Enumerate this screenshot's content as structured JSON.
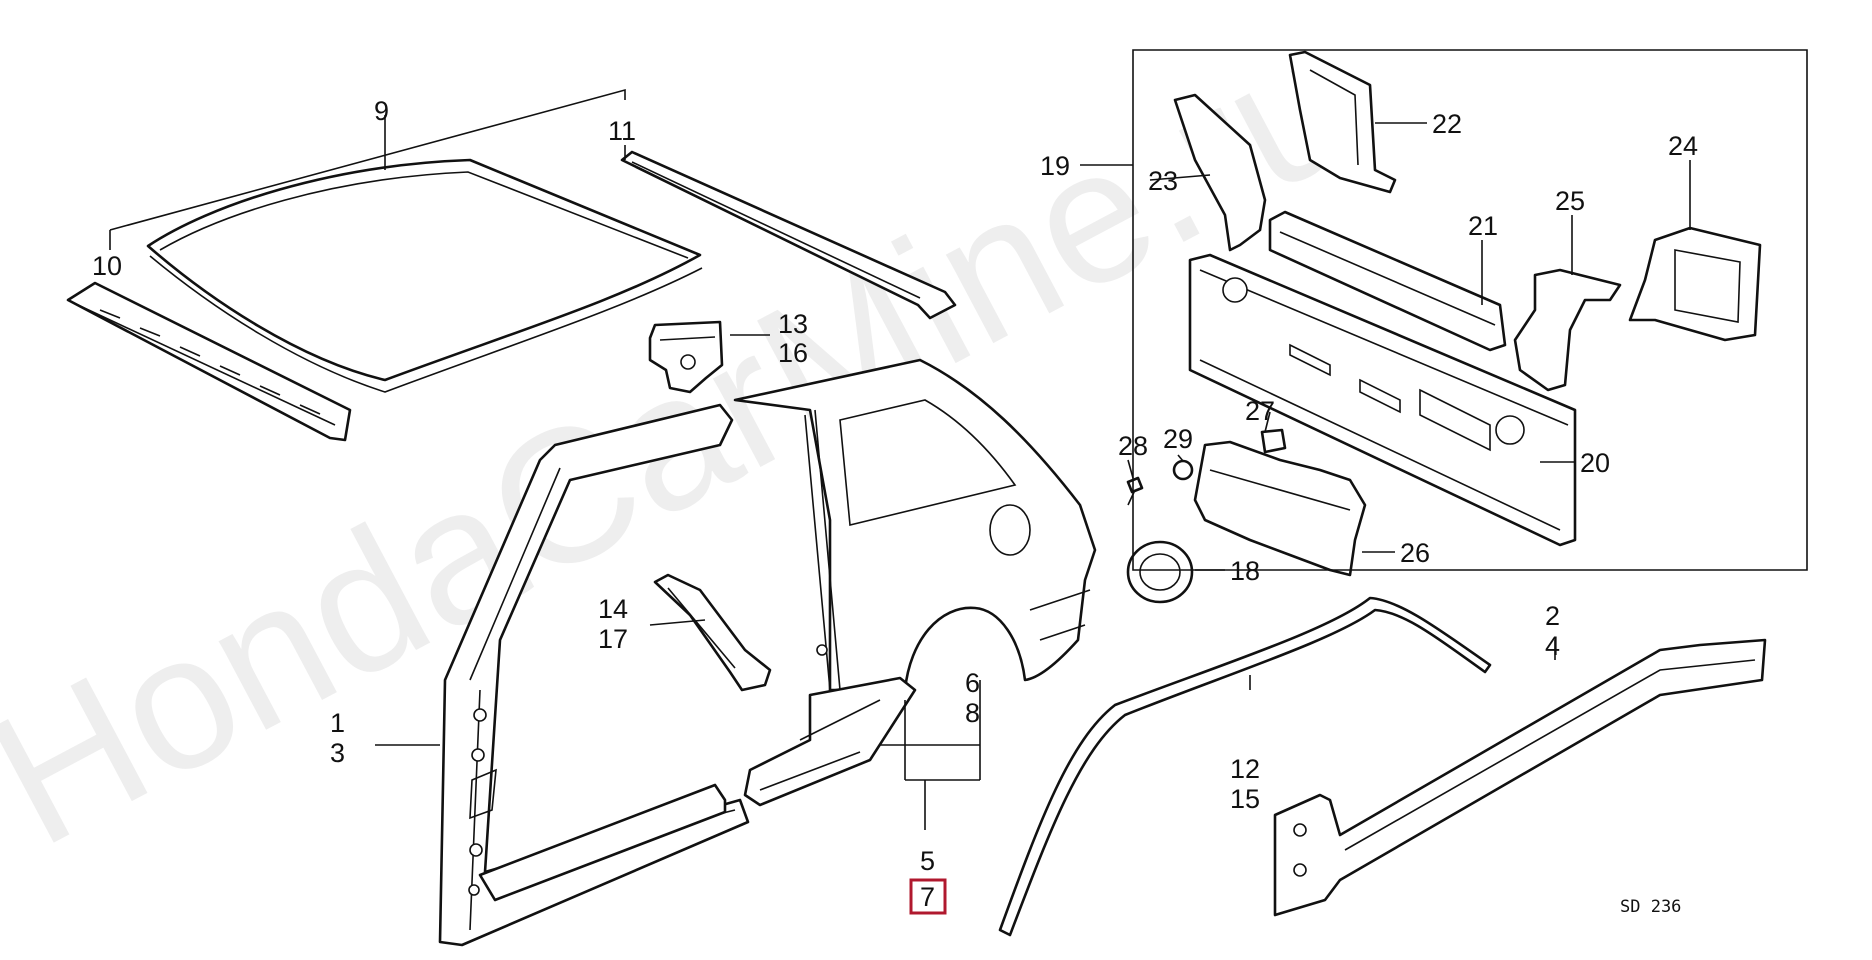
{
  "diagram": {
    "watermark": "HondaCarMine.ru",
    "figure_code": "SD 236",
    "highlight_color": "#b0182e",
    "callouts": {
      "p1": "1",
      "p2": "2",
      "p3": "3",
      "p4": "4",
      "p5": "5",
      "p6": "6",
      "p7": "7",
      "p8": "8",
      "p9": "9",
      "p10": "10",
      "p11": "11",
      "p12": "12",
      "p13": "13",
      "p14": "14",
      "p15": "15",
      "p16": "16",
      "p17": "17",
      "p18": "18",
      "p19": "19",
      "p20": "20",
      "p21": "21",
      "p22": "22",
      "p23": "23",
      "p24": "24",
      "p25": "25",
      "p26": "26",
      "p27": "27",
      "p28": "28",
      "p29": "29"
    },
    "highlighted_callout": "7"
  }
}
